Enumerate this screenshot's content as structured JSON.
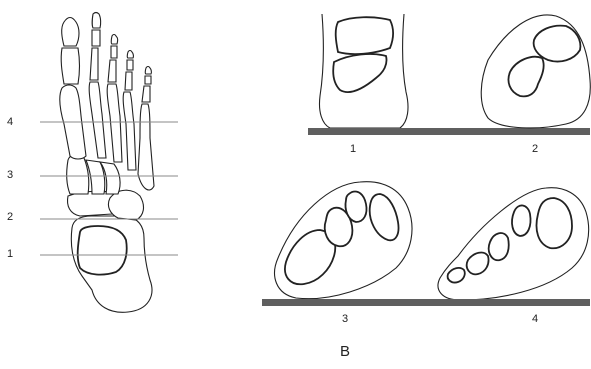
{
  "figure": {
    "panel_label": "B",
    "level_labels": [
      "1",
      "2",
      "3",
      "4"
    ],
    "section_labels": [
      "1",
      "2",
      "3",
      "4"
    ]
  }
}
